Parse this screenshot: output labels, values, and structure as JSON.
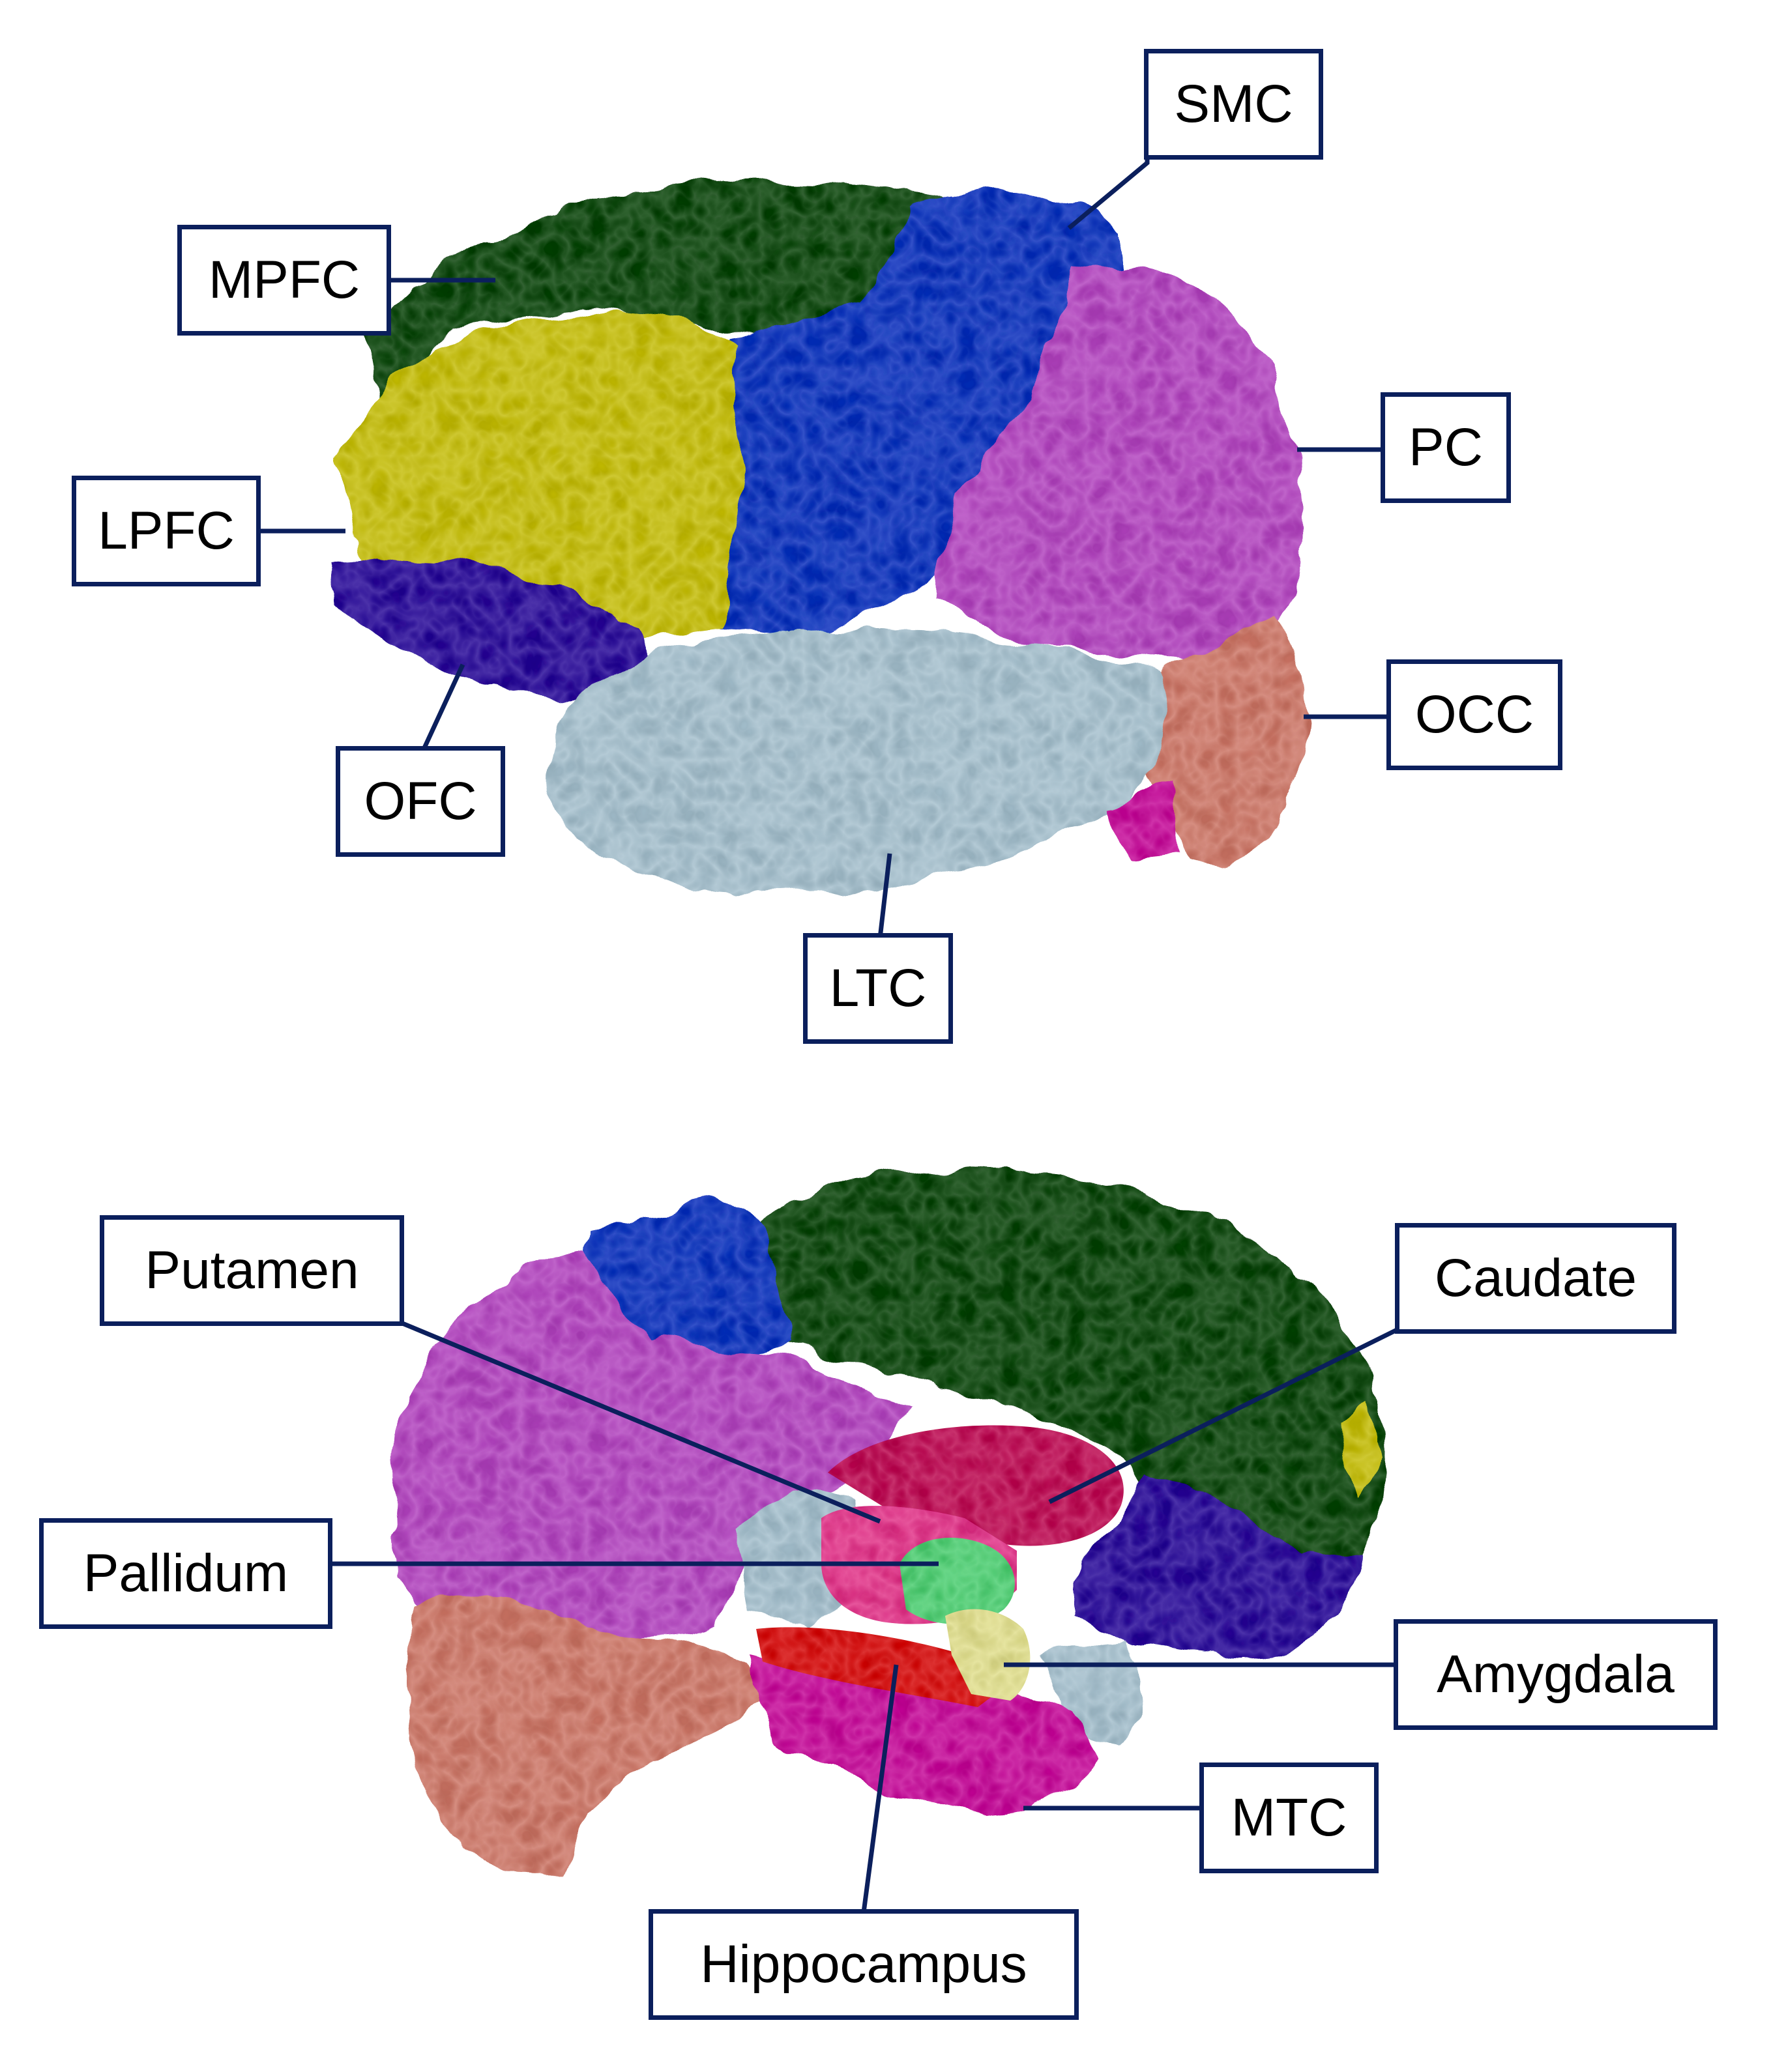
{
  "colors": {
    "label_border": "#0b1f5c",
    "mpfc": "#2f5a36",
    "lpfc": "#c7c035",
    "ofc": "#4b2f9e",
    "smc": "#1f4fc0",
    "pc": "#b65ac2",
    "occ": "#cf8073",
    "ltc": "#a9c2cf",
    "mtc": "#c8339e",
    "caudate": "#c02d63",
    "putamen": "#e3508f",
    "pallidum": "#5fd07b",
    "amygdala": "#e2e093",
    "hippocampus": "#d82020"
  },
  "lateral_view": {
    "labels": {
      "smc": "SMC",
      "mpfc": "MPFC",
      "pc": "PC",
      "lpfc": "LPFC",
      "occ": "OCC",
      "ofc": "OFC",
      "ltc": "LTC"
    }
  },
  "medial_view": {
    "labels": {
      "putamen": "Putamen",
      "caudate": "Caudate",
      "pallidum": "Pallidum",
      "amygdala": "Amygdala",
      "mtc": "MTC",
      "hippocampus": "Hippocampus"
    }
  }
}
